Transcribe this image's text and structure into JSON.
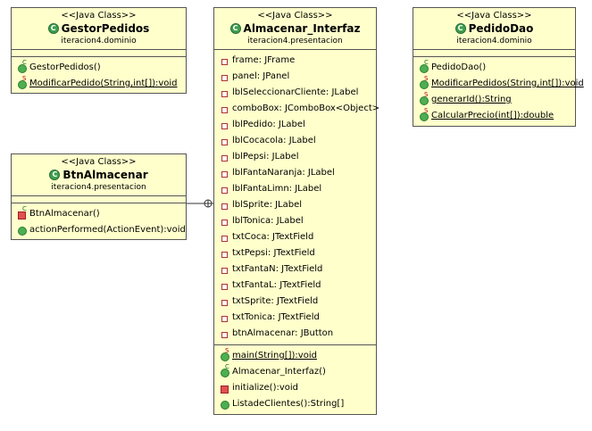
{
  "classes": {
    "gestor": {
      "stereotype": "<<Java Class>>",
      "name": "GestorPedidos",
      "package": "iteracion4.dominio",
      "methods": [
        {
          "label": "GestorPedidos()",
          "visibility": "public",
          "modifier": "C",
          "static": false
        },
        {
          "label": "ModificarPedido(String,int[]):void",
          "visibility": "public",
          "modifier": "S",
          "static": true
        }
      ]
    },
    "almacenar": {
      "stereotype": "<<Java Class>>",
      "name": "Almacenar_Interfaz",
      "package": "iteracion4.presentacion",
      "fields": [
        "frame: JFrame",
        "panel: JPanel",
        "lblSeleccionarCliente: JLabel",
        "comboBox: JComboBox<Object>",
        "lblPedido: JLabel",
        "lblCocacola: JLabel",
        "lblPepsi: JLabel",
        "lblFantaNaranja: JLabel",
        "lblFantaLimn: JLabel",
        "lblSprite: JLabel",
        "lblTonica: JLabel",
        "txtCoca: JTextField",
        "txtPepsi: JTextField",
        "txtFantaN: JTextField",
        "txtFantaL: JTextField",
        "txtSprite: JTextField",
        "txtTonica: JTextField",
        "btnAlmacenar: JButton"
      ],
      "methods": [
        {
          "label": "main(String[]):void",
          "visibility": "public",
          "modifier": "S",
          "static": true
        },
        {
          "label": "Almacenar_Interfaz()",
          "visibility": "public",
          "modifier": "C",
          "static": false
        },
        {
          "label": "initialize():void",
          "visibility": "private",
          "modifier": "",
          "static": false
        },
        {
          "label": "ListadeClientes():String[]",
          "visibility": "public",
          "modifier": "",
          "static": false
        }
      ]
    },
    "pedidodao": {
      "stereotype": "<<Java Class>>",
      "name": "PedidoDao",
      "package": "iteracion4.dominio",
      "methods": [
        {
          "label": "PedidoDao()",
          "visibility": "public",
          "modifier": "C",
          "static": false
        },
        {
          "label": "ModificarPedidos(String,int[]):void",
          "visibility": "public",
          "modifier": "S",
          "static": true
        },
        {
          "label": "generarId():String",
          "visibility": "public",
          "modifier": "S",
          "static": true
        },
        {
          "label": "CalcularPrecio(int[]):double",
          "visibility": "public",
          "modifier": "S",
          "static": true
        }
      ]
    },
    "btn": {
      "stereotype": "<<Java Class>>",
      "name": "BtnAlmacenar",
      "package": "iteracion4.presentacion",
      "methods": [
        {
          "label": "BtnAlmacenar()",
          "visibility": "private",
          "modifier": "C",
          "static": false
        },
        {
          "label": "actionPerformed(ActionEvent):void",
          "visibility": "public",
          "modifier": "",
          "static": false
        }
      ]
    }
  },
  "icons": {
    "class_icon": "class-c-icon",
    "class_icon_letter": "C"
  },
  "colors": {
    "class_fill": "#ffffcc",
    "border": "#555555",
    "public": "#4caf50",
    "private": "#e05050"
  }
}
